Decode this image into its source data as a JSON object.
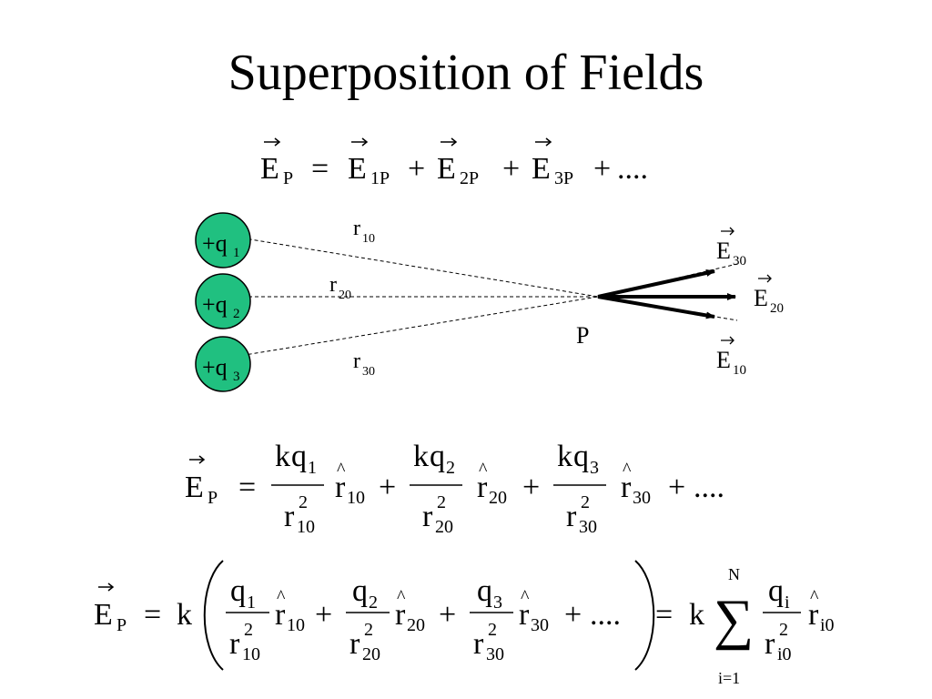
{
  "slide": {
    "title": "Superposition of Fields",
    "colors": {
      "charge_fill": "#20c080",
      "charge_stroke": "#000000",
      "text": "#000000"
    }
  },
  "eq1": {
    "E": "E",
    "sub_P": "P",
    "eq": "=",
    "term1_sub": "1P",
    "term2_sub": "2P",
    "term3_sub": "3P",
    "plus": "+",
    "dots": "...."
  },
  "diagram": {
    "charges": [
      {
        "label": "+q",
        "sub": "1"
      },
      {
        "label": "+q",
        "sub": "2"
      },
      {
        "label": "+q",
        "sub": "3"
      }
    ],
    "distances": [
      {
        "label": "r",
        "sub": "10"
      },
      {
        "label": "r",
        "sub": "20"
      },
      {
        "label": "r",
        "sub": "30"
      }
    ],
    "point_label": "P",
    "field_labels": [
      {
        "label": "E",
        "sub": "30"
      },
      {
        "label": "E",
        "sub": "20"
      },
      {
        "label": "E",
        "sub": "10"
      }
    ]
  },
  "eq2": {
    "k": "k",
    "q": "q",
    "r": "r",
    "E": "E",
    "P": "P",
    "sub1": "1",
    "sub2": "2",
    "sub3": "3",
    "sub10": "10",
    "sub20": "20",
    "sub30": "30",
    "sq": "2",
    "eq": "=",
    "plus": "+",
    "dots": "...."
  },
  "eq3": {
    "k": "k",
    "q": "q",
    "r": "r",
    "E": "E",
    "P": "P",
    "sub1": "1",
    "sub2": "2",
    "sub3": "3",
    "sub10": "10",
    "sub20": "20",
    "sub30": "30",
    "sub_i": "i",
    "sub_i0": "i0",
    "sq": "2",
    "eq": "=",
    "plus": "+",
    "dots": "....",
    "sum_upper": "N",
    "sum_lower": "i=1",
    "sigma": "∑"
  }
}
